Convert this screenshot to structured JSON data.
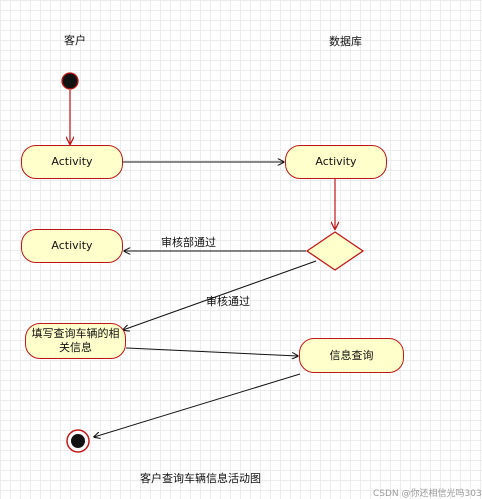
{
  "lanes": {
    "customer": "客户",
    "database": "数据库"
  },
  "nodes": {
    "customer_activity_1": "Activity",
    "db_activity": "Activity",
    "customer_activity_2": "Activity",
    "fill_query": "填写查询车辆的相关信息",
    "info_query": "信息查询"
  },
  "edges": {
    "review_failed": "审核部通过",
    "review_passed": "审核通过"
  },
  "caption": "客户查询车辆信息活动图",
  "watermark": "CSDN @你还相信光吗303",
  "colors": {
    "node_fill": "#ffffcc",
    "node_border": "#c01818",
    "control_flow_red": "#c01818",
    "control_flow_black": "#111111"
  },
  "icons": {
    "initial": "initial-node-icon",
    "final": "final-node-icon",
    "decision": "decision-diamond-icon"
  }
}
